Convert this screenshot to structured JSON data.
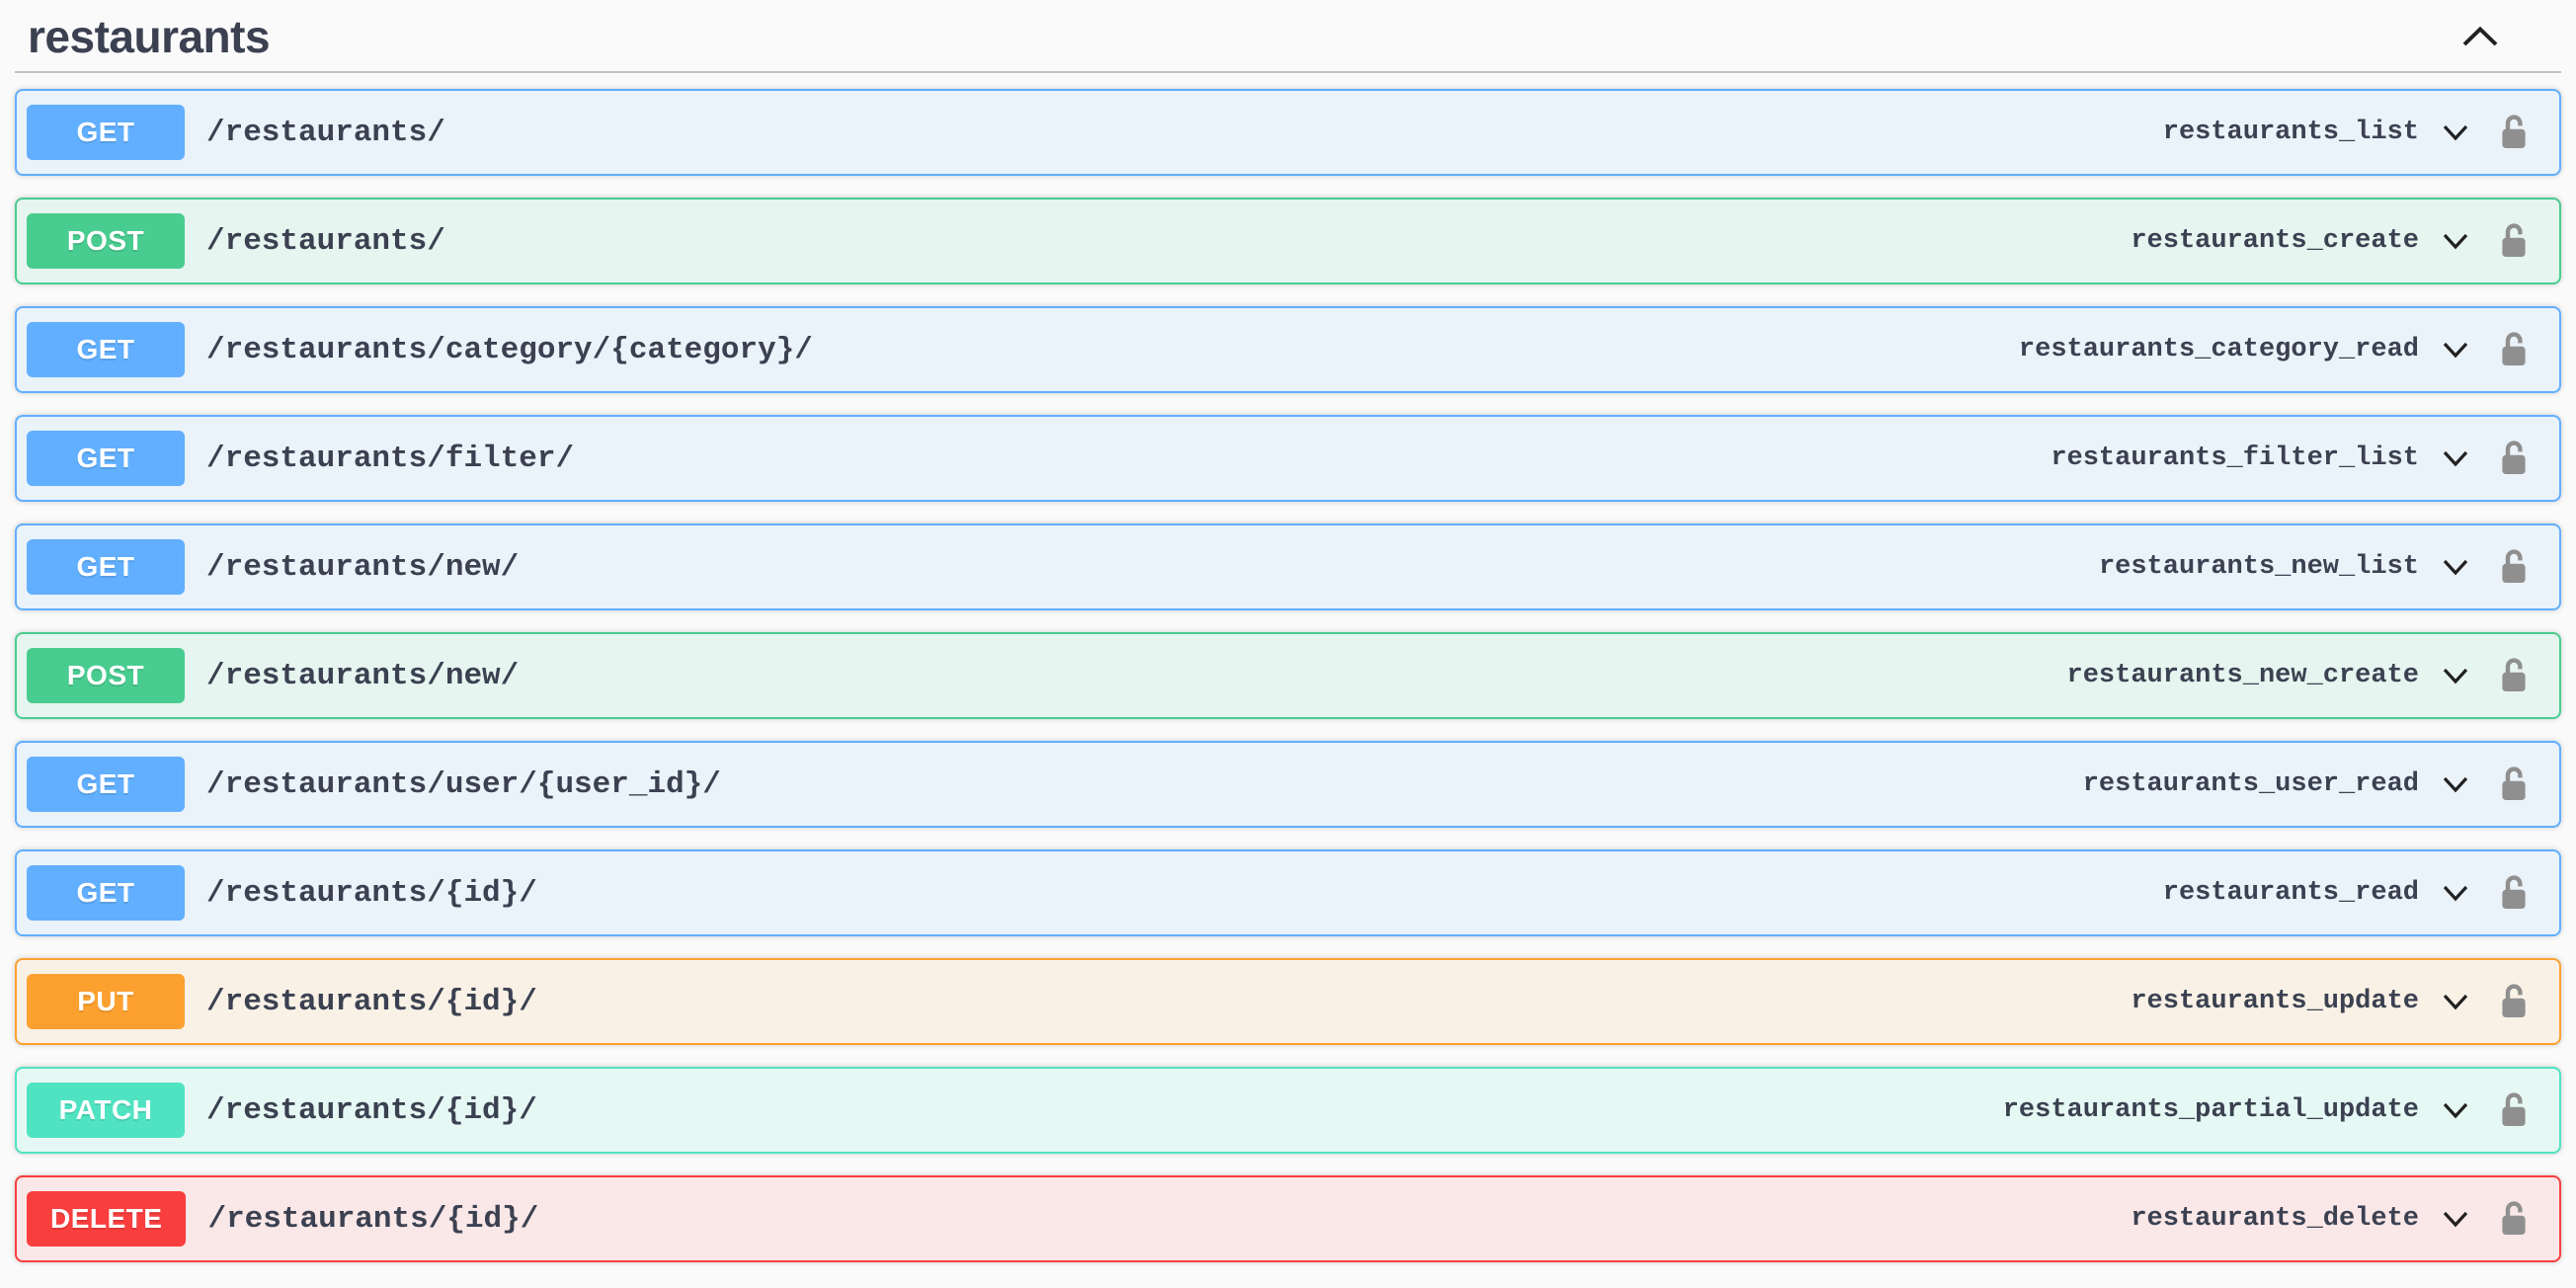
{
  "section": {
    "title": "restaurants",
    "state": "expanded"
  },
  "icons": {
    "header_collapse": "chevron-up-icon",
    "row_expand": "chevron-down-icon",
    "authorization": "unlocked-padlock-icon"
  },
  "colors": {
    "page_background": "#fafafa",
    "text": "#3b4151",
    "divider": "rgba(59,65,81,0.3)",
    "icon_gray": "#8f8f8f",
    "chevron_dark": "#212121",
    "methods": {
      "GET": {
        "badge": "#61affe",
        "border": "#61affe",
        "background": "#eaf2fa"
      },
      "POST": {
        "badge": "#49cc90",
        "border": "#49cc90",
        "background": "#e6f5ef"
      },
      "PUT": {
        "badge": "#fca130",
        "border": "#fca130",
        "background": "#faf1e6"
      },
      "PATCH": {
        "badge": "#50e3c2",
        "border": "#50e3c2",
        "background": "#e6f8f4"
      },
      "DELETE": {
        "badge": "#f93e3e",
        "border": "#f93e3e",
        "background": "#fae7e7"
      }
    }
  },
  "endpoints": [
    {
      "method": "GET",
      "path": "/restaurants/",
      "operation_id": "restaurants_list"
    },
    {
      "method": "POST",
      "path": "/restaurants/",
      "operation_id": "restaurants_create"
    },
    {
      "method": "GET",
      "path": "/restaurants/category/{category}/",
      "operation_id": "restaurants_category_read"
    },
    {
      "method": "GET",
      "path": "/restaurants/filter/",
      "operation_id": "restaurants_filter_list"
    },
    {
      "method": "GET",
      "path": "/restaurants/new/",
      "operation_id": "restaurants_new_list"
    },
    {
      "method": "POST",
      "path": "/restaurants/new/",
      "operation_id": "restaurants_new_create"
    },
    {
      "method": "GET",
      "path": "/restaurants/user/{user_id}/",
      "operation_id": "restaurants_user_read"
    },
    {
      "method": "GET",
      "path": "/restaurants/{id}/",
      "operation_id": "restaurants_read"
    },
    {
      "method": "PUT",
      "path": "/restaurants/{id}/",
      "operation_id": "restaurants_update"
    },
    {
      "method": "PATCH",
      "path": "/restaurants/{id}/",
      "operation_id": "restaurants_partial_update"
    },
    {
      "method": "DELETE",
      "path": "/restaurants/{id}/",
      "operation_id": "restaurants_delete"
    }
  ]
}
